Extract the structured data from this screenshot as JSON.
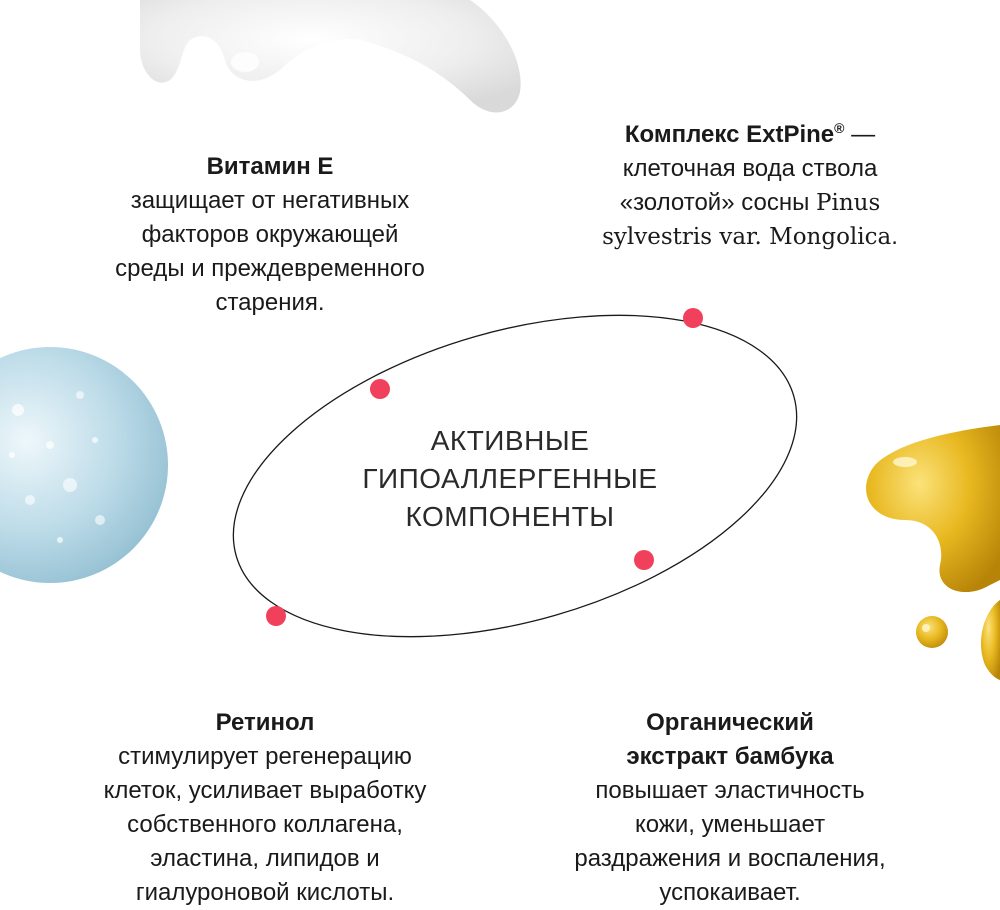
{
  "colors": {
    "dot": "#f0405c",
    "ellipse_stroke": "#1a1a1a",
    "text": "#1a1a1a"
  },
  "center": {
    "line1": "АКТИВНЫЕ",
    "line2": "ГИПОАЛЛЕРГЕННЫЕ",
    "line3": "КОМПОНЕНТЫ"
  },
  "vitamin_e": {
    "title": "Витамин Е",
    "line1": "защищает от негативных",
    "line2": "факторов окружающей",
    "line3": "среды и преждевременного",
    "line4": "старения."
  },
  "extpine": {
    "title": "Комплекс ExtPine",
    "reg_mark": "®",
    "dash": " —",
    "line1": "клеточная вода ствола",
    "line2_a": "«золотой» сосны ",
    "line2_b": "Pinus",
    "line3": "sylvestris var. Mongolica",
    "line3_end": "."
  },
  "retinol": {
    "title": "Ретинол",
    "line1": "стимулирует регенерацию",
    "line2": "клеток, усиливает выработку",
    "line3": "собственного коллагена,",
    "line4": "эластина, липидов и",
    "line5": "гиалуроновой кислоты."
  },
  "bamboo": {
    "title_line1": "Органический",
    "title_line2": "экстракт бамбука",
    "line1": "повышает эластичность",
    "line2": "кожи, уменьшает",
    "line3": "раздражения и воспаления,",
    "line4": "успокаивает."
  },
  "decor": {
    "top": "cream-splash",
    "left": "serum-drop",
    "right": "oil-drops"
  }
}
